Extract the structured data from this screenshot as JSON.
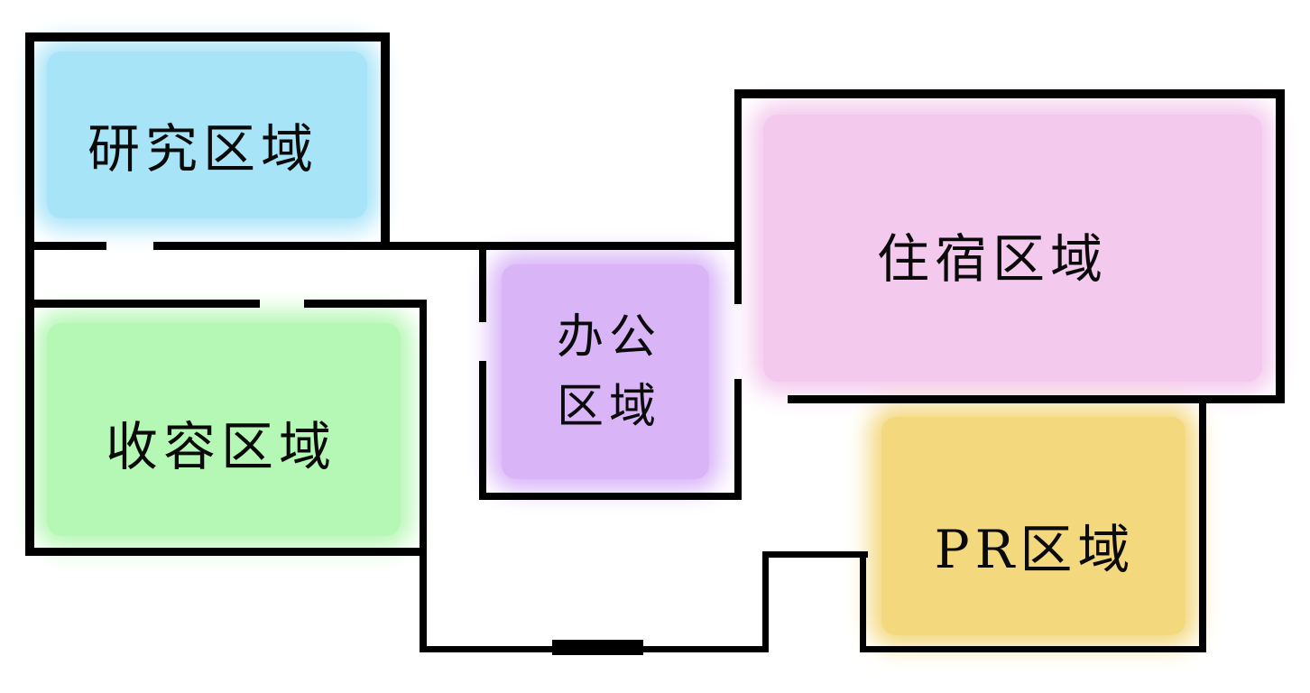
{
  "diagram": {
    "type": "facility-floor-plan",
    "background_color": "#ffffff",
    "wall_color": "#000000",
    "label_color": "#0a0a0a"
  },
  "rooms": {
    "research": {
      "label": "研究区域",
      "color": "#a8e4f8"
    },
    "containment": {
      "label": "收容区域",
      "color": "#b5f7b4"
    },
    "office": {
      "label_line1": "办公",
      "label_line2": "区域",
      "color": "#d9b5f8"
    },
    "accommodation": {
      "label": "住宿区域",
      "color": "#f4c9ee"
    },
    "pr": {
      "label": "PR区域",
      "color": "#f3d87e"
    }
  }
}
